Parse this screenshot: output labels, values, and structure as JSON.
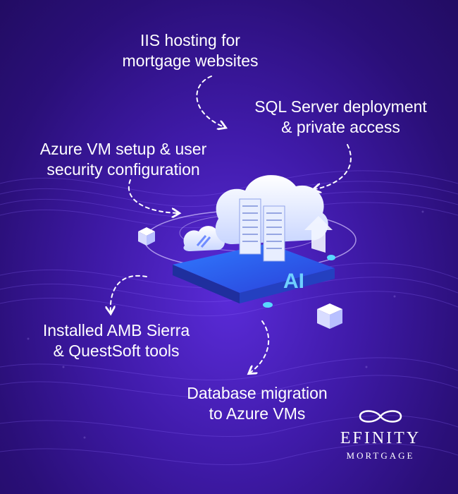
{
  "captions": {
    "iis": {
      "line1": "IIS hosting for",
      "line2": "mortgage websites"
    },
    "sql": {
      "line1": "SQL Server deployment",
      "line2": "& private access"
    },
    "vm": {
      "line1": "Azure VM setup & user",
      "line2": "security configuration"
    },
    "amb": {
      "line1": "Installed AMB Sierra",
      "line2": "& QuestSoft tools"
    },
    "db": {
      "line1": "Database migration",
      "line2": "to Azure VMs"
    }
  },
  "illustration": {
    "label": "AI"
  },
  "logo": {
    "name": "EFINITY",
    "sub": "MORTGAGE"
  },
  "colors": {
    "background": "#3f1aa8",
    "accent": "#4aa8ff",
    "text": "#ffffff"
  }
}
